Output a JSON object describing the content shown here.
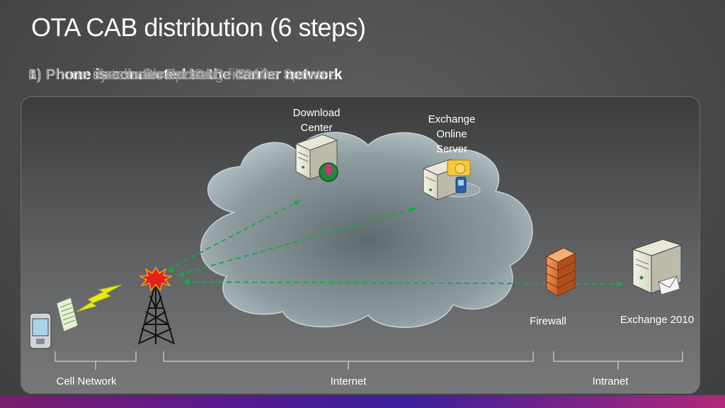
{
  "title": "OTA CAB distribution (6 steps)",
  "steps": [
    "1) Phone is connected to the carrier network",
    "2) Phone checks Download Center for updates",
    "3) Phone downloads the CAB file",
    "4) Phone installs the update",
    "5) Phone syncs with Exchange Online Server",
    "6) Phone syncs with Exchange 2010"
  ],
  "labels": {
    "download_center": "Download\nCenter",
    "exchange_online": "Exchange\nOnline\nServer",
    "firewall": "Firewall",
    "exchange_2010": "Exchange 2010",
    "cell_network": "Cell Network",
    "internet": "Internet",
    "intranet": "Intranet"
  },
  "colors": {
    "arrow": "#19a84a",
    "cloud": "#8f9ea3",
    "bolt": "#e6ea18",
    "burst": "#e2231a"
  },
  "icons": {
    "phone": "phone-icon",
    "document": "document-icon",
    "signal": "lightning-icon",
    "tower": "cell-tower-icon",
    "server": "server-icon",
    "firewall": "firewall-icon"
  }
}
